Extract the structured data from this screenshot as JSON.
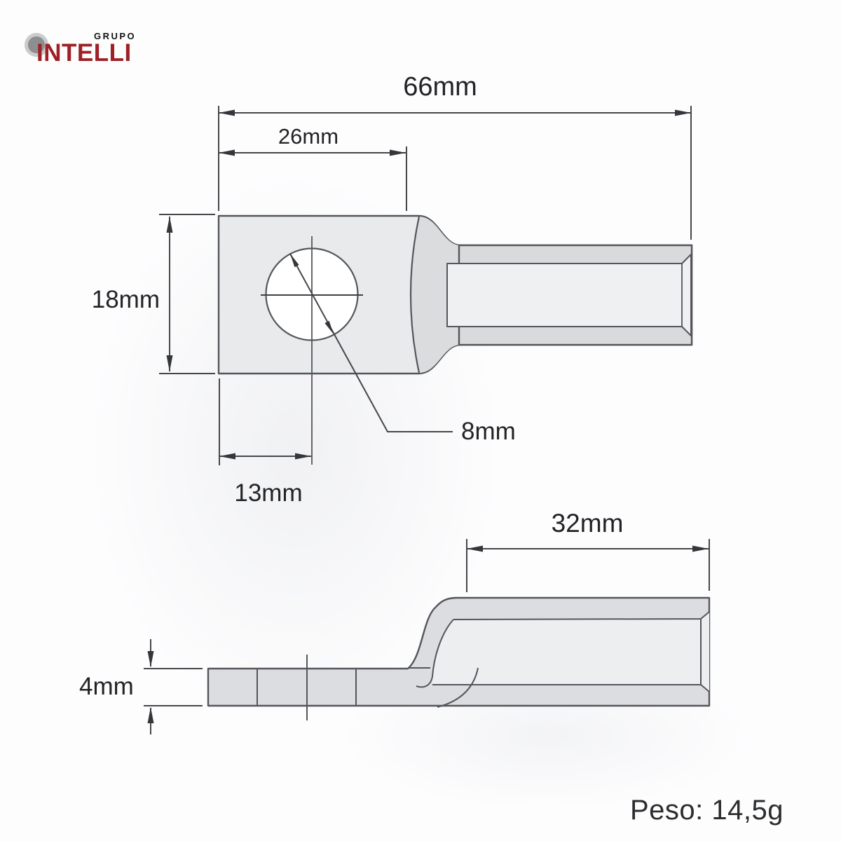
{
  "logo": {
    "group_label": "GRUPO",
    "brand_name": "INTELLI"
  },
  "top_view": {
    "total_length": "66mm",
    "palm_length": "26mm",
    "palm_width": "18mm",
    "hole_diameter": "8mm",
    "hole_center_offset": "13mm"
  },
  "side_view": {
    "barrel_length": "32mm",
    "palm_thickness": "4mm"
  },
  "footer": {
    "weight": "Peso: 14,5g"
  },
  "colors": {
    "brand_red": "#9e2125",
    "outline_gray": "#55565b",
    "dimension_gray": "#46474b",
    "fill_palm": "#e9eaec",
    "fill_wall": "#d9dadc",
    "fill_bore": "#eff0f1",
    "hole_white": "#ffffff"
  }
}
